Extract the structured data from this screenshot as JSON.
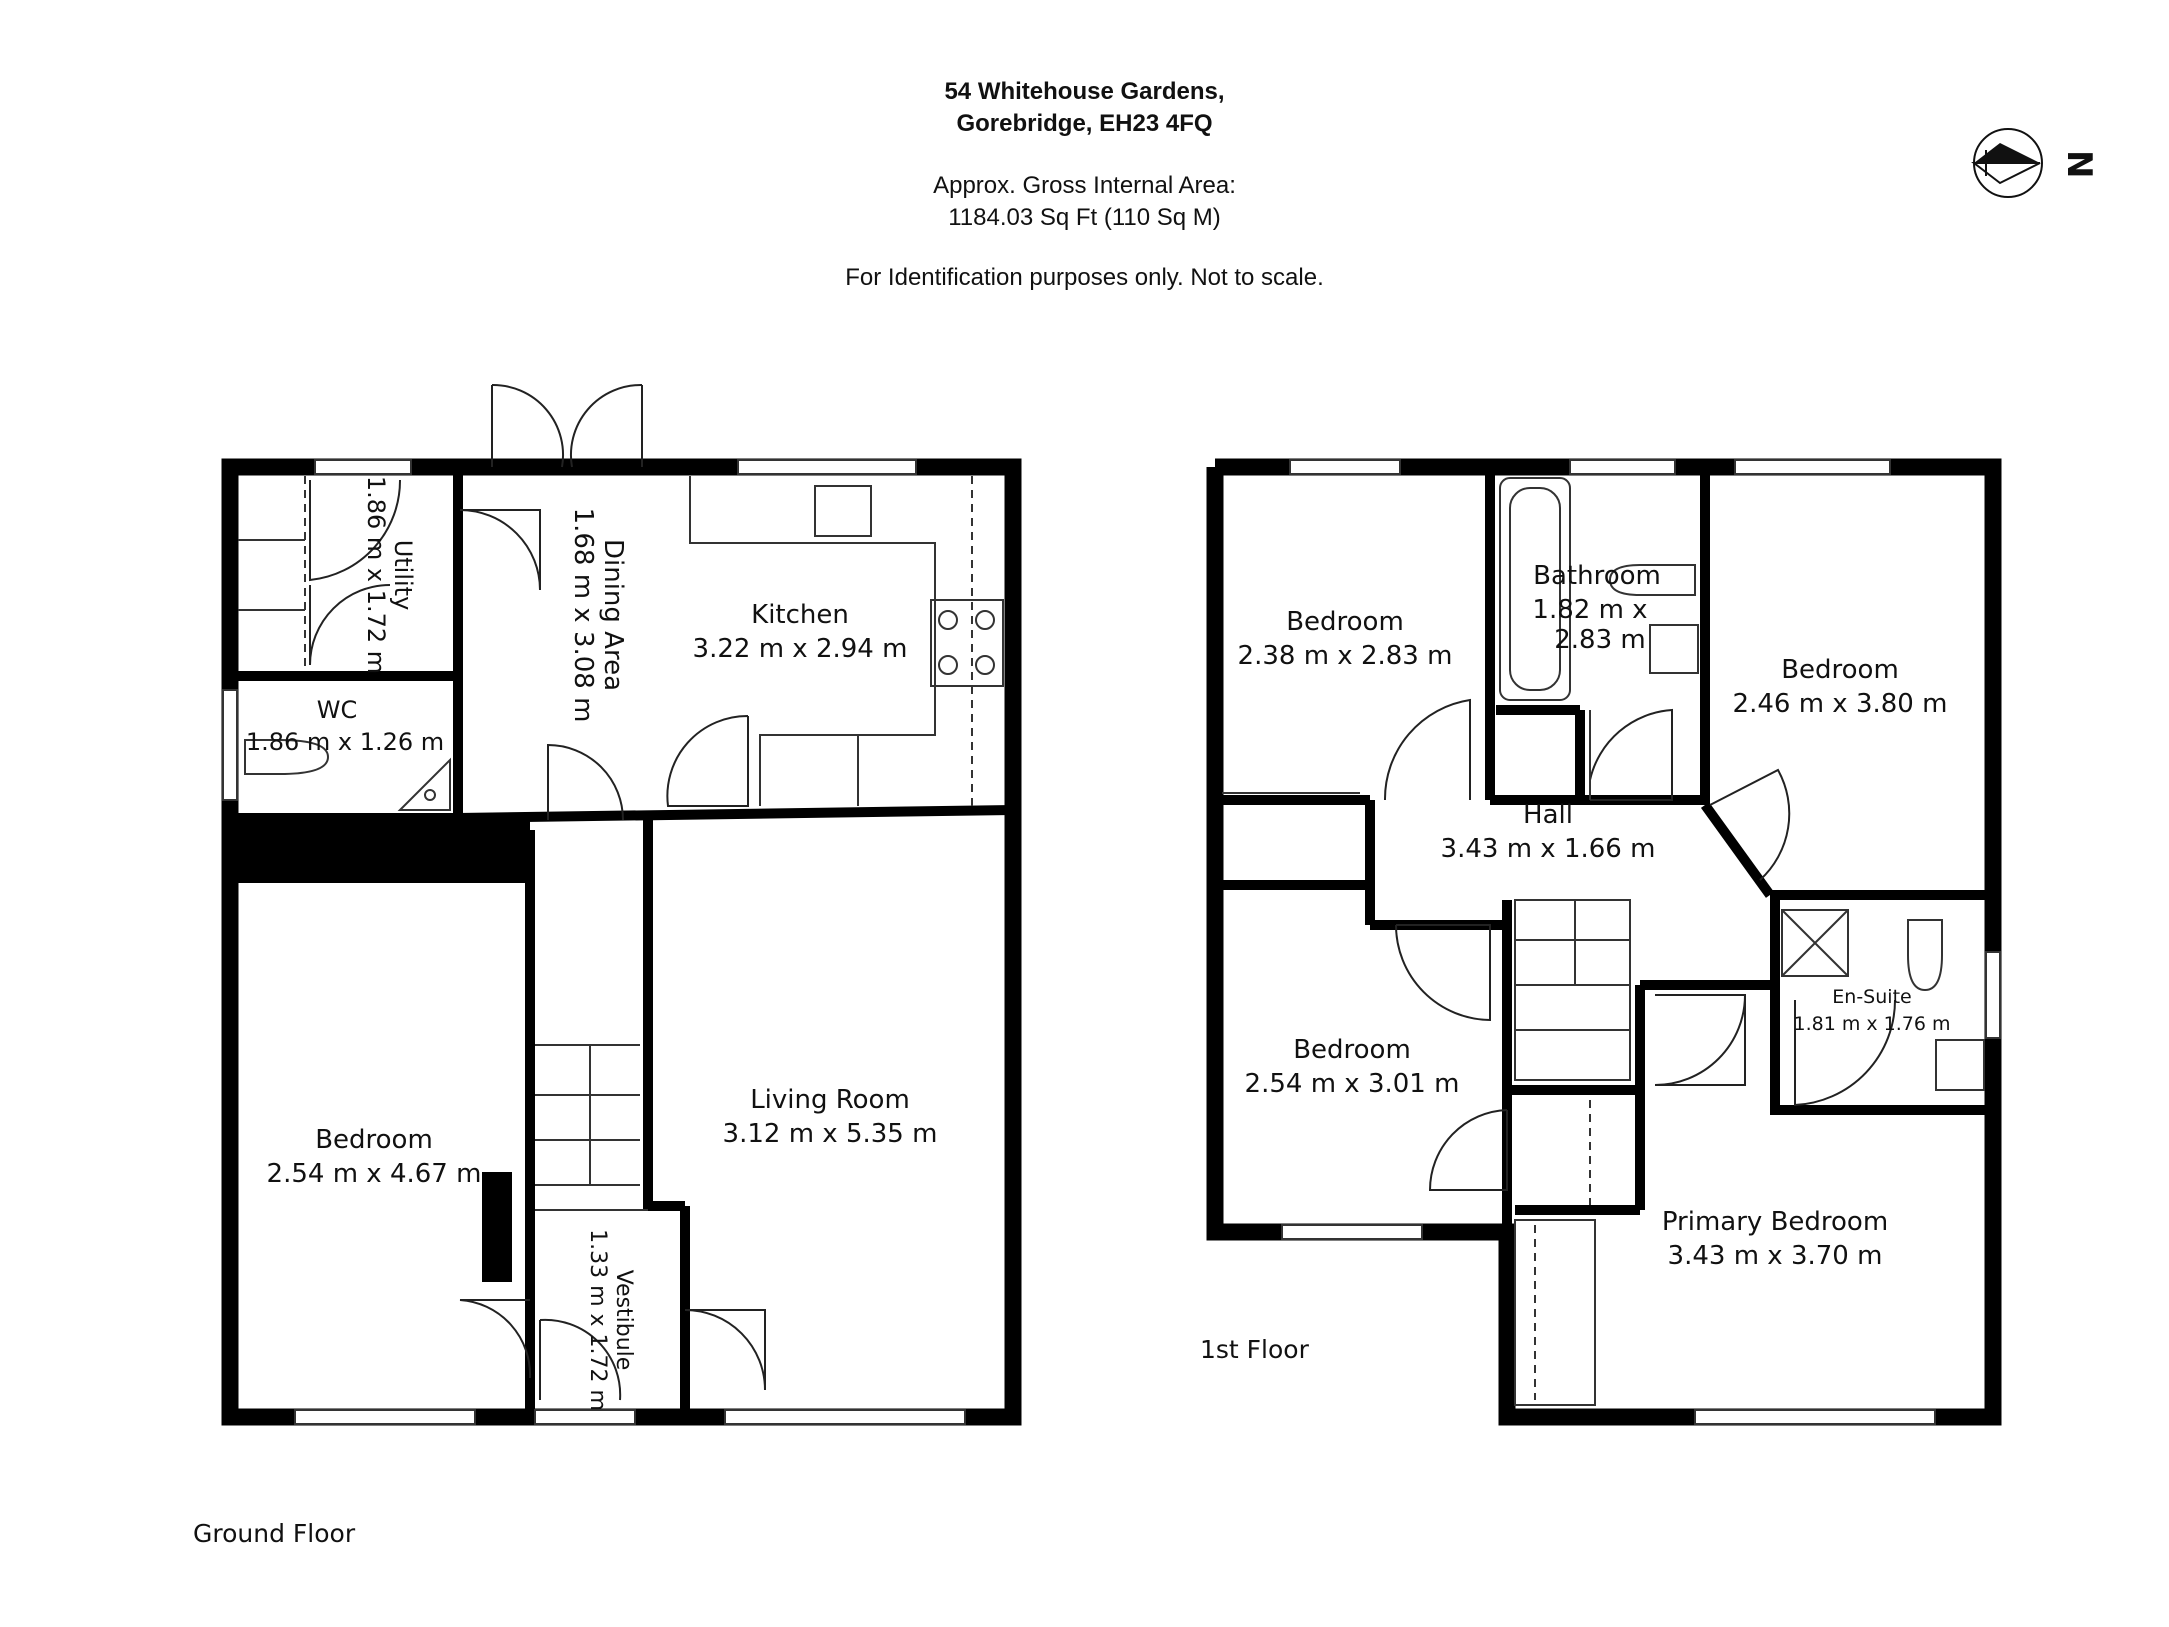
{
  "header": {
    "address_line1": "54 Whitehouse Gardens,",
    "address_line2": "Gorebridge,  EH23 4FQ",
    "area_line1": "Approx. Gross Internal Area:",
    "area_line2": "1184.03 Sq Ft (110 Sq M)",
    "disclaimer": "For Identification purposes only. Not to scale."
  },
  "compass": {
    "label": "N"
  },
  "floors": {
    "ground": {
      "label": "Ground Floor",
      "rooms": {
        "utility": {
          "name": "Utility",
          "size": "1.86 m x 1.72 m"
        },
        "wc": {
          "name": "WC",
          "size": "1.86 m x 1.26 m"
        },
        "dining": {
          "name": "Dining Area",
          "size": "1.68 m x 3.08 m"
        },
        "kitchen": {
          "name": "Kitchen",
          "size": "3.22 m x 2.94 m"
        },
        "bedroom": {
          "name": "Bedroom",
          "size": "2.54 m x 4.67 m"
        },
        "living": {
          "name": "Living Room",
          "size": "3.12 m x 5.35 m"
        },
        "vestibule": {
          "name": "Vestibule",
          "size": "1.33 m x 1.72 m"
        }
      }
    },
    "first": {
      "label": "1st Floor",
      "rooms": {
        "bedroom_a": {
          "name": "Bedroom",
          "size": "2.38 m x 2.83 m"
        },
        "bathroom": {
          "name": "Bathroom",
          "size_line1": "1.82 m x",
          "size_line2": "2.83 m"
        },
        "bedroom_b": {
          "name": "Bedroom",
          "size": "2.46 m x 3.80 m"
        },
        "hall": {
          "name": "Hall",
          "size": "3.43 m x 1.66 m"
        },
        "bedroom_c": {
          "name": "Bedroom",
          "size": "2.54 m x 3.01 m"
        },
        "ensuite": {
          "name": "En-Suite",
          "size": "1.81 m x 1.76 m"
        },
        "primary": {
          "name": "Primary Bedroom",
          "size": "3.43 m x 3.70 m"
        }
      }
    }
  },
  "colors": {
    "wall": "#000000",
    "line": "#222222",
    "background": "#ffffff"
  }
}
